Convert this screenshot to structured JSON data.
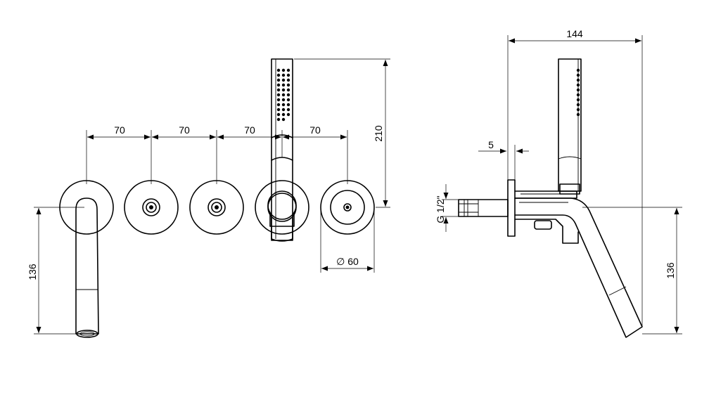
{
  "front_view": {
    "dimensions": {
      "spacing_1": "70",
      "spacing_2": "70",
      "spacing_3": "70",
      "spacing_4": "70",
      "height_total": "210",
      "spout_height": "136",
      "diameter": "60"
    },
    "diameter_symbol": "∅"
  },
  "side_view": {
    "dimensions": {
      "depth_total": "144",
      "plate_thickness": "5",
      "thread": "G 1/2\"",
      "spout_height": "136"
    }
  }
}
